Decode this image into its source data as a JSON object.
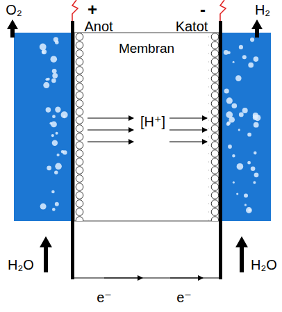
{
  "diagram": {
    "nodes": [
      {
        "text": [
          "Membran",
          "[H⁺]"
        ]
      }
    ],
    "labels": [
      "O₂",
      "+",
      "Anot",
      "Katot",
      "-",
      "H₂",
      "H₂O",
      "H₂O",
      "e⁻",
      "e⁻"
    ]
  }
}
